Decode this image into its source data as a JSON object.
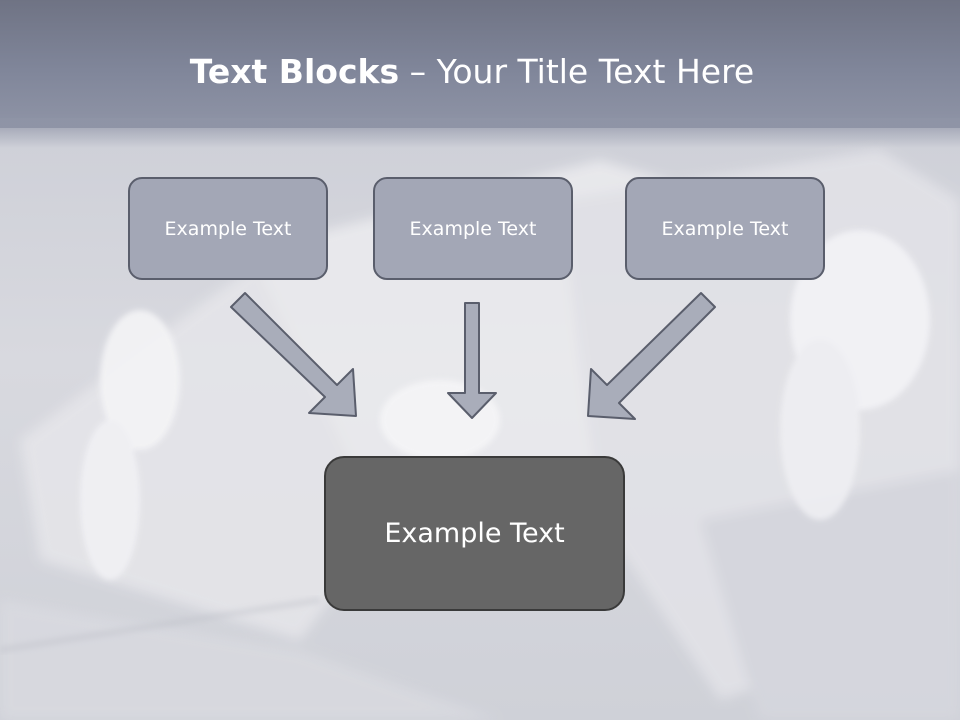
{
  "title": {
    "bold": "Text Blocks",
    "dash": " – ",
    "rest": "Your Title Text Here"
  },
  "boxes": {
    "top": [
      "Example Text",
      "Example Text",
      "Example Text"
    ],
    "center": "Example Text"
  },
  "colors": {
    "title_band": "#7a7f91",
    "top_box_fill": "#a3a7b6",
    "top_box_border": "#5a5e6c",
    "center_box_fill": "#666666",
    "arrow_fill": "#a9adba",
    "arrow_stroke": "#5a5e6c"
  }
}
